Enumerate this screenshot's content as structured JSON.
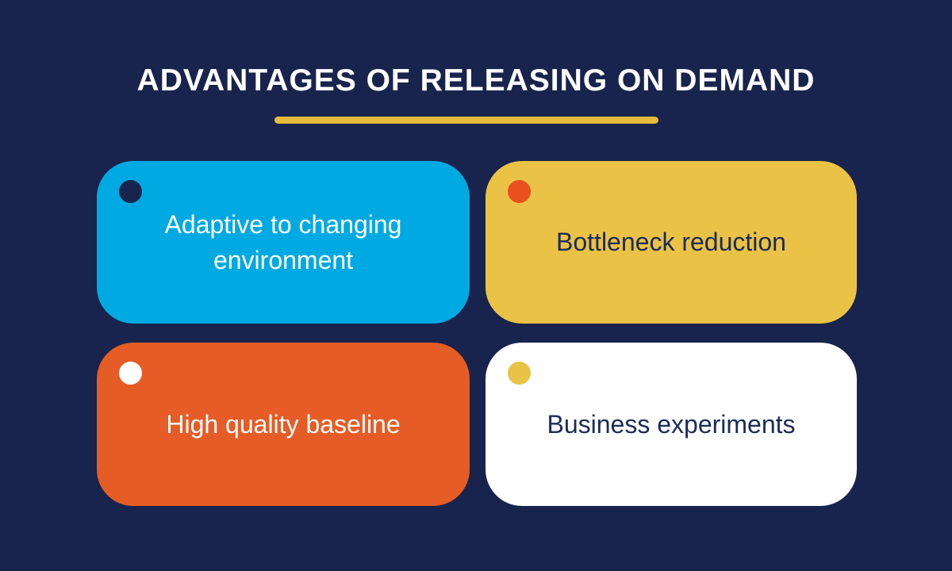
{
  "page": {
    "title": "ADVANTAGES OF RELEASING ON DEMAND",
    "background_color": "#18244D",
    "title_color": "#FFFFFF",
    "underline_color": "#E9B93C"
  },
  "cards": [
    {
      "label": "Adaptive to changing environment",
      "bg_color": "#00A9E1",
      "text_color": "#FFFFFF",
      "dot_color": "#18244D"
    },
    {
      "label": "Bottleneck reduction",
      "bg_color": "#EAC245",
      "text_color": "#1C2B58",
      "dot_color": "#E8501F"
    },
    {
      "label": "High quality baseline",
      "bg_color": "#E55C26",
      "text_color": "#FFFFFF",
      "dot_color": "#FFFFFF"
    },
    {
      "label": "Business experiments",
      "bg_color": "#FFFFFF",
      "text_color": "#1C2B58",
      "dot_color": "#EAC245"
    }
  ]
}
